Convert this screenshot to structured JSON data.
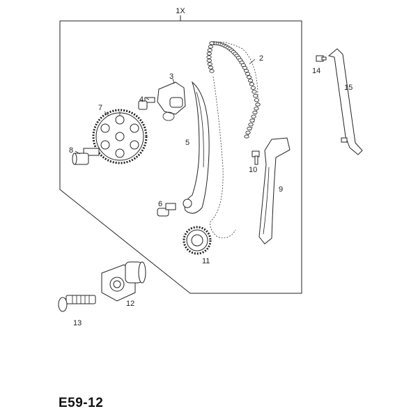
{
  "set_label": "1X",
  "reference_code": "E59-12",
  "callouts": {
    "p2": "2",
    "p3": "3",
    "p4": "4",
    "p5": "5",
    "p6": "6",
    "p7": "7",
    "p8": "8",
    "p9": "9",
    "p10": "10",
    "p11": "11",
    "p12": "12",
    "p13": "13",
    "p14": "14",
    "p15": "15"
  }
}
